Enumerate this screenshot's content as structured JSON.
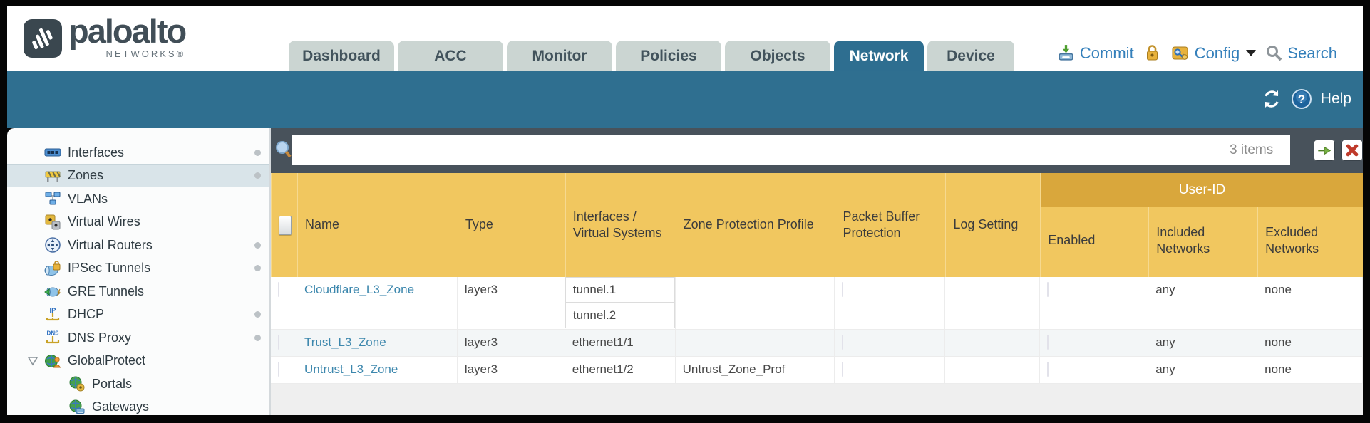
{
  "brand": {
    "name": "paloalto",
    "subtitle": "NETWORKS®"
  },
  "nav": {
    "tabs": [
      {
        "label": "Dashboard"
      },
      {
        "label": "ACC"
      },
      {
        "label": "Monitor"
      },
      {
        "label": "Policies"
      },
      {
        "label": "Objects"
      },
      {
        "label": "Network",
        "active": true
      },
      {
        "label": "Device"
      }
    ]
  },
  "actions": {
    "commit": "Commit",
    "config": "Config",
    "search": "Search"
  },
  "band": {
    "help": "Help"
  },
  "sidebar": {
    "items": [
      {
        "label": "Interfaces"
      },
      {
        "label": "Zones"
      },
      {
        "label": "VLANs"
      },
      {
        "label": "Virtual Wires"
      },
      {
        "label": "Virtual Routers"
      },
      {
        "label": "IPSec Tunnels"
      },
      {
        "label": "GRE Tunnels"
      },
      {
        "label": "DHCP"
      },
      {
        "label": "DNS Proxy"
      },
      {
        "label": "GlobalProtect"
      },
      {
        "label": "Portals"
      },
      {
        "label": "Gateways"
      }
    ]
  },
  "filter": {
    "value": "",
    "count": "3 items"
  },
  "table": {
    "group_header": "User-ID",
    "columns": [
      "Name",
      "Type",
      "Interfaces / Virtual Systems",
      "Zone Protection Profile",
      "Packet Buffer Protection",
      "Log Setting",
      "Enabled",
      "Included Networks",
      "Excluded Networks"
    ],
    "rows": [
      {
        "name": "Cloudflare_L3_Zone",
        "type": "layer3",
        "interfaces": [
          "tunnel.1",
          "tunnel.2"
        ],
        "zone_protection_profile": "",
        "log_setting": "",
        "included_networks": "any",
        "excluded_networks": "none"
      },
      {
        "name": "Trust_L3_Zone",
        "type": "layer3",
        "interfaces": [
          "ethernet1/1"
        ],
        "zone_protection_profile": "",
        "log_setting": "",
        "included_networks": "any",
        "excluded_networks": "none"
      },
      {
        "name": "Untrust_L3_Zone",
        "type": "layer3",
        "interfaces": [
          "ethernet1/2"
        ],
        "zone_protection_profile": "Untrust_Zone_Prof",
        "log_setting": "",
        "included_networks": "any",
        "excluded_networks": "none"
      }
    ]
  },
  "colors": {
    "teal": "#2f6f90",
    "gold": "#f1c75f",
    "gold_dark": "#d9a73c",
    "link_blue": "#3c87ad",
    "action_blue": "#3580bb"
  }
}
